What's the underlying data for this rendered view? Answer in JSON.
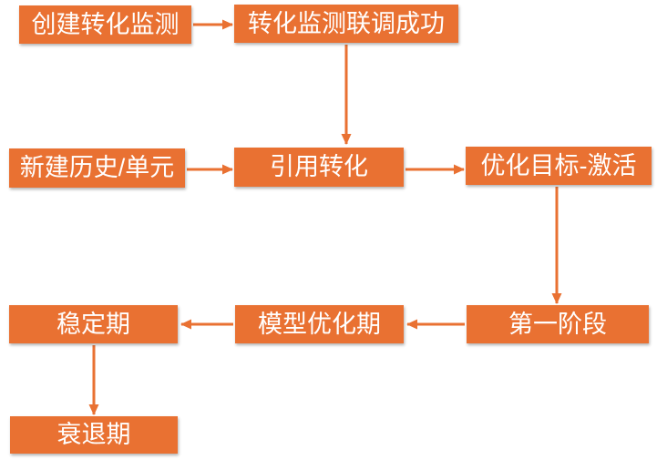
{
  "colors": {
    "node_fill": "#E97132",
    "node_text": "#FFFFFF",
    "connector": "#E97132",
    "canvas_bg": "#FFFFFF"
  },
  "flowchart": {
    "nodes": [
      {
        "id": "create-conversion-tracking",
        "label": "创建转化监测"
      },
      {
        "id": "conversion-tracking-debug-success",
        "label": "转化监测联调成功"
      },
      {
        "id": "new-history-unit",
        "label": "新建历史/单元"
      },
      {
        "id": "reference-conversion",
        "label": "引用转化"
      },
      {
        "id": "optimization-goal-activation",
        "label": "优化目标-激活"
      },
      {
        "id": "first-stage",
        "label": "第一阶段"
      },
      {
        "id": "model-optimization-period",
        "label": "模型优化期"
      },
      {
        "id": "stable-period",
        "label": "稳定期"
      },
      {
        "id": "decline-period",
        "label": "衰退期"
      }
    ],
    "edges": [
      {
        "from": "create-conversion-tracking",
        "to": "conversion-tracking-debug-success"
      },
      {
        "from": "conversion-tracking-debug-success",
        "to": "reference-conversion"
      },
      {
        "from": "new-history-unit",
        "to": "reference-conversion"
      },
      {
        "from": "reference-conversion",
        "to": "optimization-goal-activation"
      },
      {
        "from": "optimization-goal-activation",
        "to": "first-stage"
      },
      {
        "from": "first-stage",
        "to": "model-optimization-period"
      },
      {
        "from": "model-optimization-period",
        "to": "stable-period"
      },
      {
        "from": "stable-period",
        "to": "decline-period"
      }
    ]
  }
}
